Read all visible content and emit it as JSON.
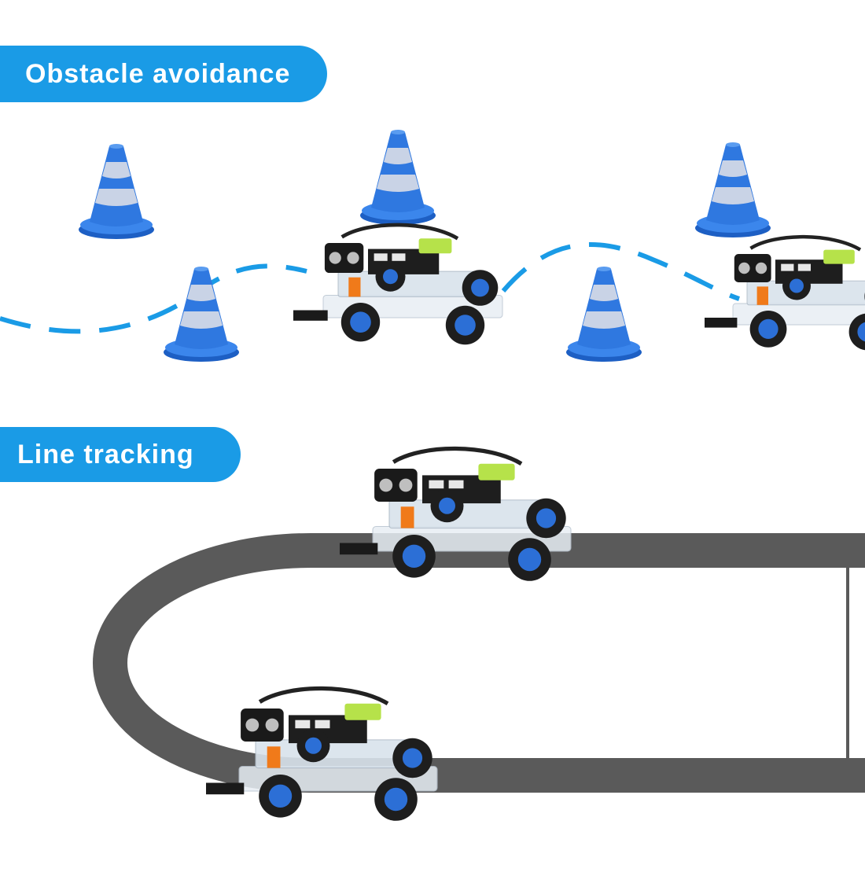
{
  "sections": {
    "obstacle_avoidance": {
      "label": "Obstacle avoidance"
    },
    "line_tracking": {
      "label": "Line tracking"
    }
  },
  "colors": {
    "banner": "#1a9be6",
    "cone": "#2f78e0",
    "cone_stripe": "#c9d3e6",
    "path": "#1a9be6",
    "track": "#5a5a5a",
    "wheel_hub": "#2c6fd6"
  },
  "illustrations": {
    "cones": [
      "traffic-cone",
      "traffic-cone",
      "traffic-cone",
      "traffic-cone",
      "traffic-cone"
    ],
    "robots": [
      "smart-robot-car",
      "smart-robot-car",
      "smart-robot-car",
      "smart-robot-car"
    ]
  }
}
